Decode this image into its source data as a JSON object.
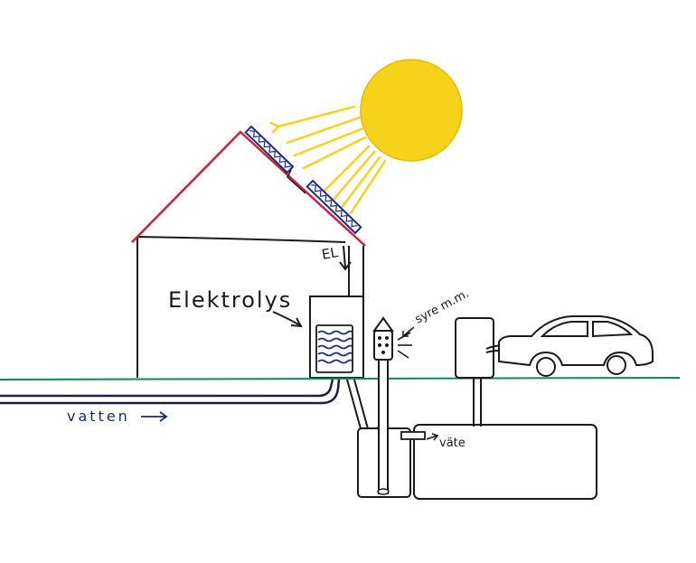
{
  "labels": {
    "el": "EL",
    "elektrolys": "Elektrolys",
    "syre": "syre m.m.",
    "vate": "väte",
    "vatten": "vatten"
  },
  "colors": {
    "sun": "#f7d21a",
    "sun_rays": "#f7d21a",
    "roof": "#d0213a",
    "solar_panel_frame": "#1c2a8a",
    "ground": "#0f8a4c",
    "water_pipe": "#1a1f4a",
    "water_label": "#1c2a6b",
    "ink": "#1a1a1a",
    "water_waves": "#1c2a8a"
  },
  "icons": {
    "sun": "sun-icon",
    "car": "car-icon",
    "electrolyser": "electrolyser-icon",
    "vent": "vent-icon",
    "solar_panel": "solar-panel-icon"
  }
}
